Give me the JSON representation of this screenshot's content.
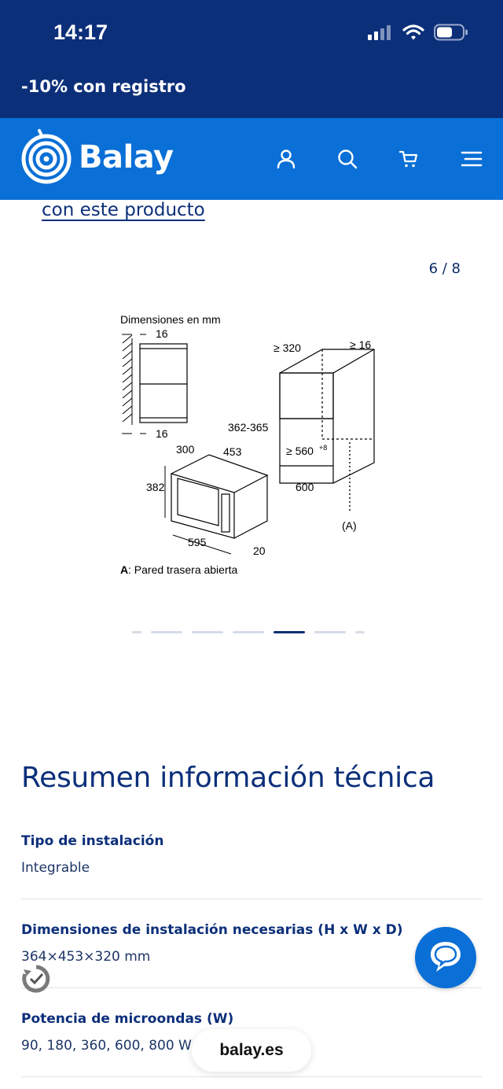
{
  "status_bar": {
    "time": "14:17",
    "icons": [
      "signal-icon",
      "wifi-icon",
      "battery-icon"
    ]
  },
  "promo": {
    "text": "-10% con registro"
  },
  "header": {
    "logo": "Balay",
    "icons": [
      "user-icon",
      "search-icon",
      "cart-icon",
      "menu-icon"
    ],
    "background": "#0a6fd6"
  },
  "link_text": "con este producto",
  "gallery": {
    "counter": "6 / 8",
    "diagram": {
      "title": "Dimensiones en mm",
      "labels": {
        "d16a": "16",
        "d16b": "16",
        "g320": "≥ 320",
        "g16": "≥ 16",
        "h362": "362-365",
        "w300": "300",
        "w453": "453",
        "g560": "≥ 560",
        "g560sup": "+8",
        "h382": "382",
        "w600": "600",
        "w595": "595",
        "d20": "20",
        "a_mark": "(A)",
        "note_a": "A",
        "note_text": ": Pared trasera abierta"
      }
    },
    "dots_count": 7,
    "active_dot": 5
  },
  "specs": {
    "title": "Resumen información técnica",
    "items": [
      {
        "label": "Tipo de instalación",
        "value": "Integrable"
      },
      {
        "label": "Dimensiones de instalación necesarias (H x W x D)",
        "value": "364×453×320 mm"
      },
      {
        "label": "Potencia de microondas (W)",
        "value": "90, 180, 360, 600, 800 W"
      }
    ]
  },
  "browser": {
    "url": "balay.es"
  },
  "colors": {
    "navy": "#0c2f7a",
    "blue": "#0a6fd6"
  }
}
